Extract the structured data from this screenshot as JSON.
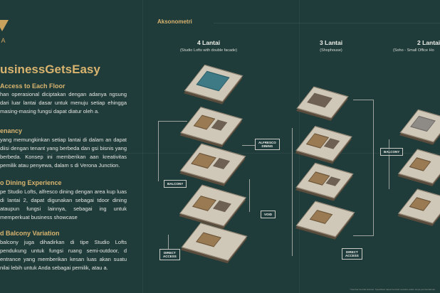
{
  "brand": {
    "name": "NA",
    "tagline": ""
  },
  "headline": "usinessGetsEasy",
  "sections": [
    {
      "title": "Access to Each Floor",
      "body": "han operasional diciptakan dengan adanya ngsung dari luar lantai dasar untuk menuju setiap ehingga masing-masing fungsi dapat diatur oleh a."
    },
    {
      "title": "enancy",
      "body": "yang memungkinkan setiap lantai di dalam an dapat diisi dengan tenant yang berbeda dan gsi bisnis yang berbeda. Konsep ini memberikan aan kreativitas pemilik atau penyewa, dalam s di Verona Junction."
    },
    {
      "title": "o Dining Experience",
      "body": "pe Studio Lofts, alfresco dining dengan area kup luas di lantai 2, dapat digunakan sebagai tdoor dining ataupun fungsi lainnya, sebagai ing untuk memperkuat business showcase"
    },
    {
      "title": "d Balcony Variation",
      "body": "balcony juga dihadirkan di tipe Studio Lofts pendukung untuk fungsi ruang semi-outdoor, d entrance yang memberikan kesan luas akan suatu nilai lebih untuk Anda sebagai pemilik, atau a."
    }
  ],
  "axonometric": {
    "heading": "Aksonometri",
    "columns": [
      {
        "title": "4 Lantai",
        "subtitle": "(Studio Lofts with double facade)"
      },
      {
        "title": "3 Lantai",
        "subtitle": "(Shophouse)"
      },
      {
        "title": "2 Lantai",
        "subtitle": "(Soho - Small Office Ho"
      }
    ],
    "labels": {
      "alfresco": "ALFRESCO\nDINING",
      "balcony_a": "BALCONY",
      "void": "VOID",
      "direct_a": "DIRECT\nACCESS",
      "direct_b": "DIRECT\nACCESS",
      "balcony_c": "BALCONY"
    }
  },
  "footnote": "*Gambar bersifat ilustrasi. Spesifikasi dapat berubah sewaktu-waktu tanpa pemberitahuan."
}
